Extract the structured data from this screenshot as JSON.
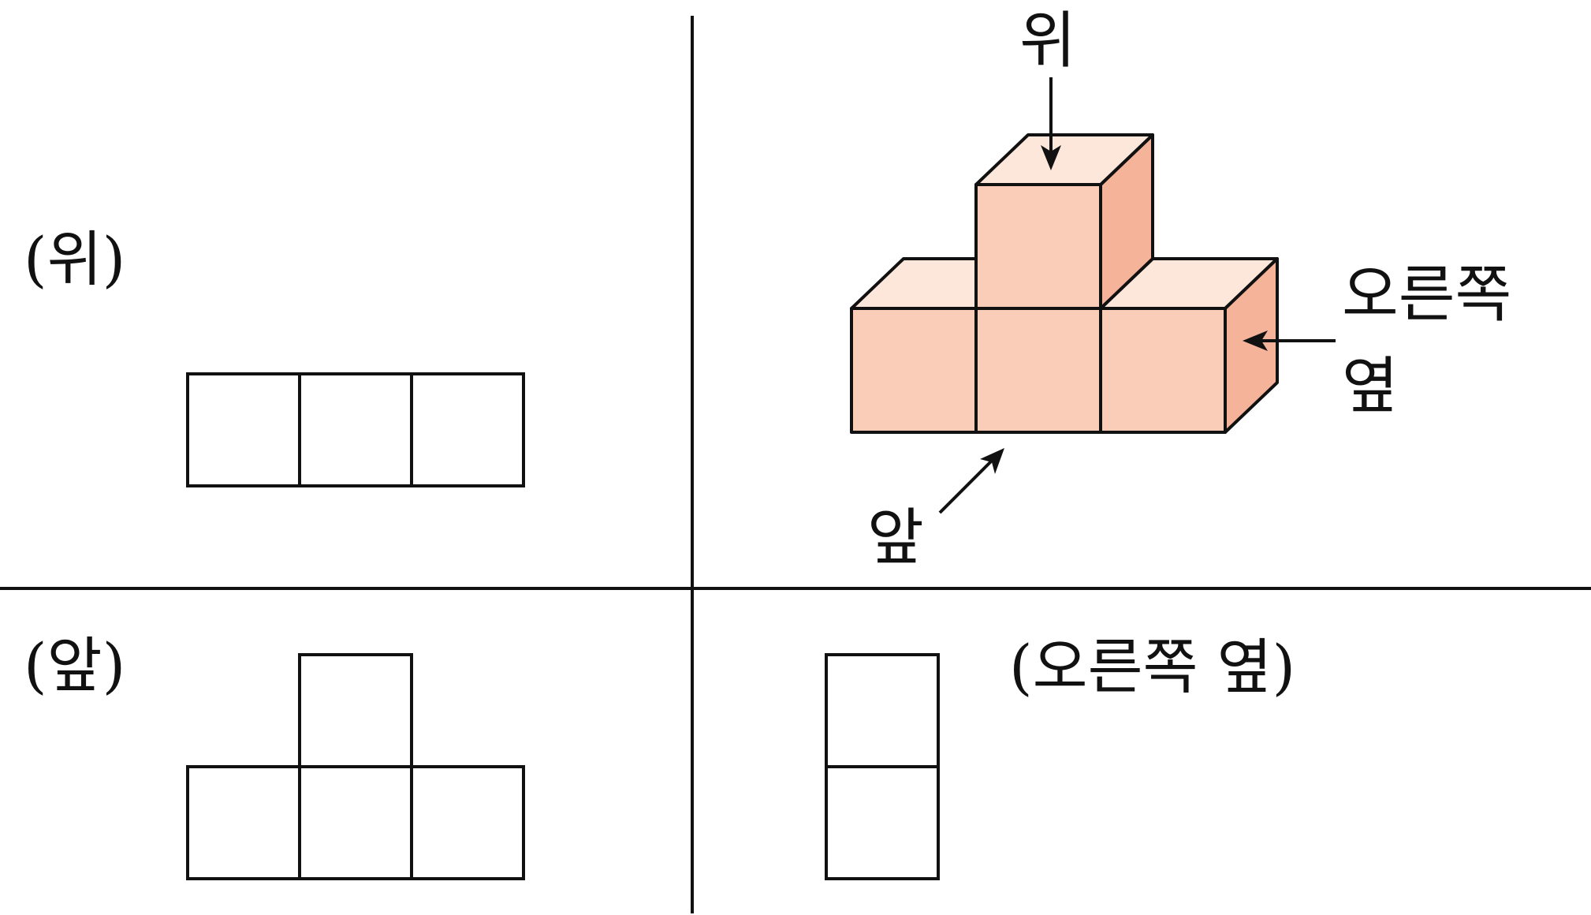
{
  "labels": {
    "top_view_label": "(위)",
    "front_view_label": "(앞)",
    "right_view_label": "(오른쪽 옆)",
    "arrow_top": "위",
    "arrow_front": "앞",
    "arrow_right_line1": "오른쪽",
    "arrow_right_line2": "옆"
  },
  "colors": {
    "cube_front": "#f9cdb8",
    "cube_top": "#fde6da",
    "cube_side": "#f5b39a",
    "stroke": "#111111"
  }
}
